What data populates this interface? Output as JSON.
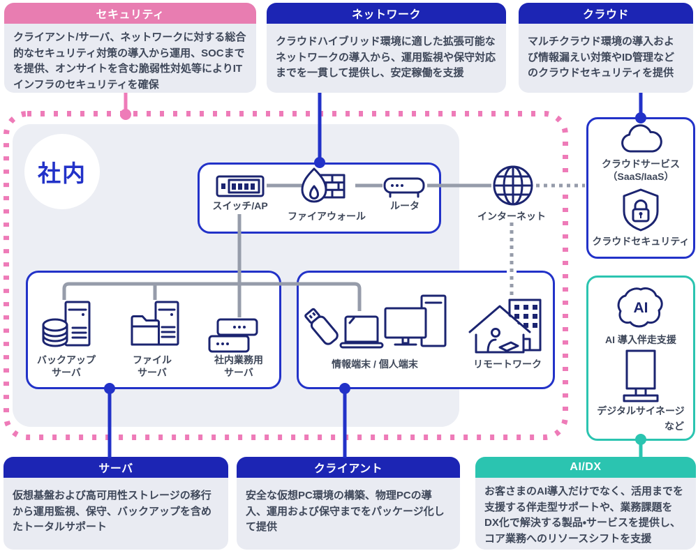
{
  "palette": {
    "pink": "#E87DB1",
    "pink_dash": "#EE7BB8",
    "deep_blue_header": "#1C25B4",
    "blue_line": "#2232C8",
    "teal": "#2BC4B0",
    "icon_navy": "#1B2470",
    "gray_line": "#969CAA",
    "card_body_bg": "#E9EBF2",
    "zone_bg": "#ECEEF4",
    "body_text": "#3E4759"
  },
  "cards": {
    "security": {
      "title": "セキュリティ",
      "body": "クライアント/サーバ、ネットワークに対する総合的なセキュリティ対策の導入から運用、SOCまでを提供、オンサイトを含む脆弱性対処等によりITインフラのセキュリティを確保"
    },
    "network": {
      "title": "ネットワーク",
      "body": "クラウドハイブリッド環境に適した拡張可能なネットワークの導入から、運用監視や保守対応までを一貫して提供し、安定稼働を支援"
    },
    "cloud": {
      "title": "クラウド",
      "body": "マルチクラウド環境の導入および情報漏えい対策やID管理などのクラウドセキュリティを提供"
    },
    "server": {
      "title": "サーバ",
      "body": "仮想基盤および高可用性ストレージの移行から運用監視、保守、バックアップを含めたトータルサポート"
    },
    "client": {
      "title": "クライアント",
      "body": "安全な仮想PC環境の構築、物理PCの導入、運用および保守までをパッケージ化して提供"
    },
    "aidx": {
      "title": "AI/DX",
      "body": "お客さまのAI導入だけでなく、活用までを支援する伴走型サポートや、業務課題をDX化で解決する製品・サービスを提供し、コア業務へのリソースシフトを支援"
    }
  },
  "diagram": {
    "zone_label": "社内",
    "labels": {
      "switch": "スイッチ/AP",
      "firewall": "ファイアウォール",
      "router": "ルータ",
      "internet": "インターネット",
      "backup_server": "バックアップ\nサーバ",
      "file_server": "ファイル\nサーバ",
      "biz_server": "社内業務用\nサーバ",
      "terminals": "情報端末 / 個人端末",
      "remote_work": "リモートワーク",
      "cloud_service": "クラウドサービス\n（SaaS/IaaS）",
      "cloud_security": "クラウドセキュリティ",
      "ai_support": "AI 導入伴走支援",
      "signage": "デジタルサイネージ",
      "etc": "など",
      "ai_icon_text": "AI"
    }
  }
}
